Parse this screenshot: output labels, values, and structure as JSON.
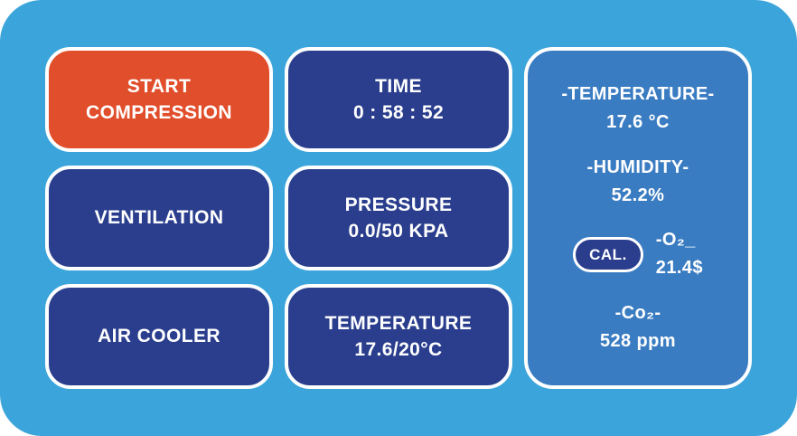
{
  "theme": {
    "canvas_background": "#3BA5DB",
    "tile_blue": "#2A3E8D",
    "accent_orange": "#E14E2B",
    "readout_blue": "#3A7CC2",
    "text_color": "#FFFFFF"
  },
  "controls": [
    {
      "id": "start-compression",
      "label": "START\nCOMPRESSION"
    },
    {
      "id": "ventilation",
      "label": "VENTILATION"
    },
    {
      "id": "air-cooler",
      "label": "AIR COOLER"
    }
  ],
  "gauges": [
    {
      "id": "time",
      "label": "TIME",
      "value": "0 : 58 : 52"
    },
    {
      "id": "pressure",
      "label": "PRESSURE",
      "value": "0.0/50 KPA"
    },
    {
      "id": "temperature",
      "label": "TEMPERATURE",
      "value": "17.6/20°C"
    }
  ],
  "readouts": {
    "temperature": {
      "label": "-TEMPERATURE-",
      "value": "17.6 °C"
    },
    "humidity": {
      "label": "-HUMIDITY-",
      "value": "52.2%"
    },
    "oxygen": {
      "label": "-O₂_",
      "value": "21.4$",
      "cal_label": "CAL."
    },
    "co2": {
      "label": "-Co₂-",
      "value": "528 ppm"
    }
  }
}
